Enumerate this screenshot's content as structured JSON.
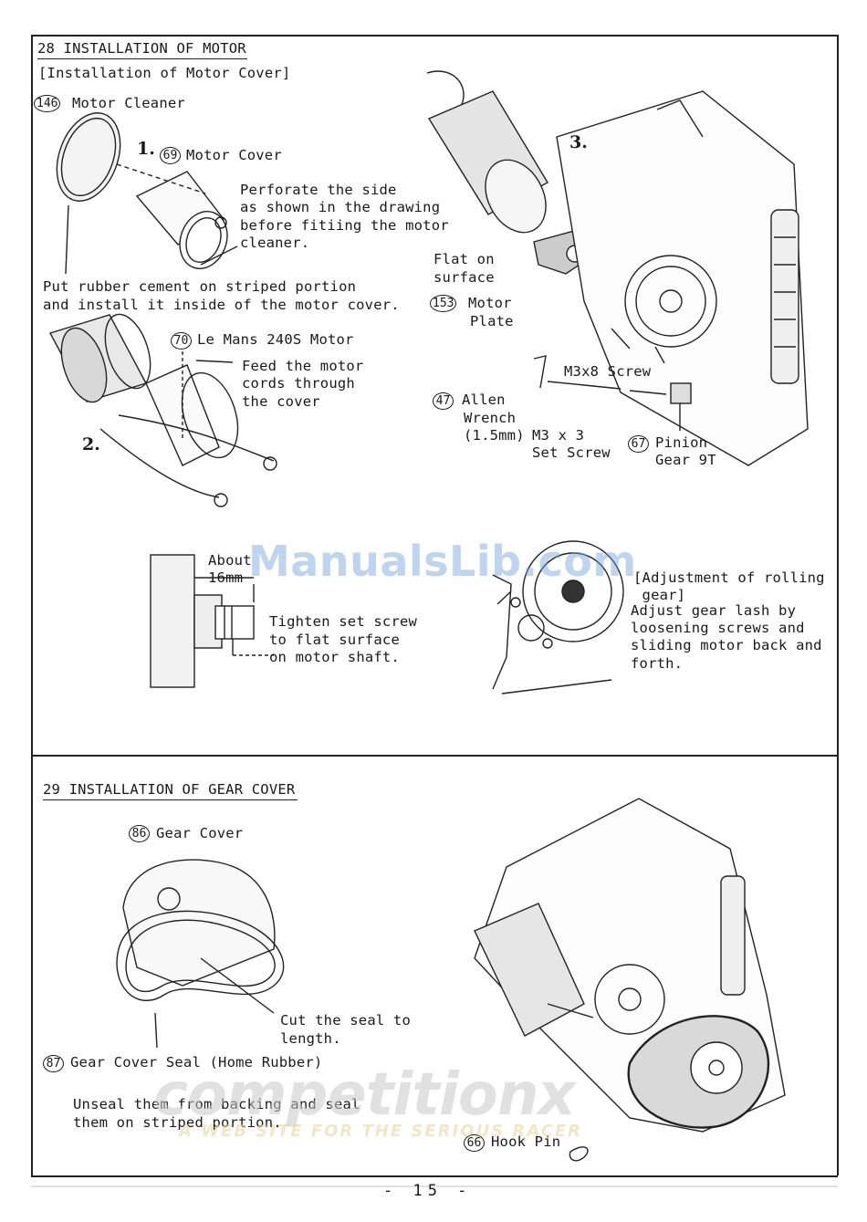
{
  "section28": {
    "title": "28 INSTALLATION OF MOTOR",
    "subtitle": "[Installation of Motor Cover]",
    "part146": {
      "num": "146",
      "label": "Motor Cleaner"
    },
    "step1": "1.",
    "part69": {
      "num": "69",
      "label": "Motor Cover"
    },
    "perforate_note": [
      "Perforate the side",
      "as shown in the drawing",
      "before fitiing the motor",
      "cleaner."
    ],
    "rubber_note": [
      "Put rubber cement on striped portion",
      "and install it inside of the motor cover."
    ],
    "part70": {
      "num": "70",
      "label": "Le Mans 240S Motor"
    },
    "feed_note": [
      "Feed the motor",
      "cords through",
      "the cover"
    ],
    "step2": "2.",
    "step3": "3.",
    "flat_note": [
      "Flat on",
      "surface"
    ],
    "part153": {
      "num": "153",
      "label": [
        "Motor",
        "Plate"
      ]
    },
    "screw_label": "M3x8 Screw",
    "part47": {
      "num": "47",
      "label": [
        "Allen",
        "Wrench",
        "(1.5mm)"
      ]
    },
    "setscrew_label": [
      "M3 x 3",
      "Set Screw"
    ],
    "part67": {
      "num": "67",
      "label": [
        "Pinion",
        "Gear 9T"
      ]
    },
    "about_label": [
      "About",
      "16mm"
    ],
    "tighten_note": [
      "Tighten set screw",
      "to flat surface",
      "on motor shaft."
    ],
    "adjust_note": [
      "[Adjustment of rolling",
      " gear]",
      "Adjust gear lash by",
      "loosening screws and",
      "sliding motor back and",
      "forth."
    ]
  },
  "section29": {
    "title": "29 INSTALLATION OF GEAR COVER",
    "part86": {
      "num": "86",
      "label": "Gear Cover"
    },
    "cut_note": [
      "Cut the seal to",
      "length."
    ],
    "part87": {
      "num": "87",
      "label": "Gear Cover Seal (Home Rubber)"
    },
    "unseal_note": [
      "Unseal them from backing and seal",
      "them on striped portion."
    ],
    "part66": {
      "num": "66",
      "label": "Hook Pin"
    }
  },
  "page_number": "- 15 -",
  "watermarks": {
    "manualslib": "ManualsLib.com",
    "competition": "competitionx",
    "tagline": "A WEB SITE    FOR THE SERIOUS RACER"
  }
}
